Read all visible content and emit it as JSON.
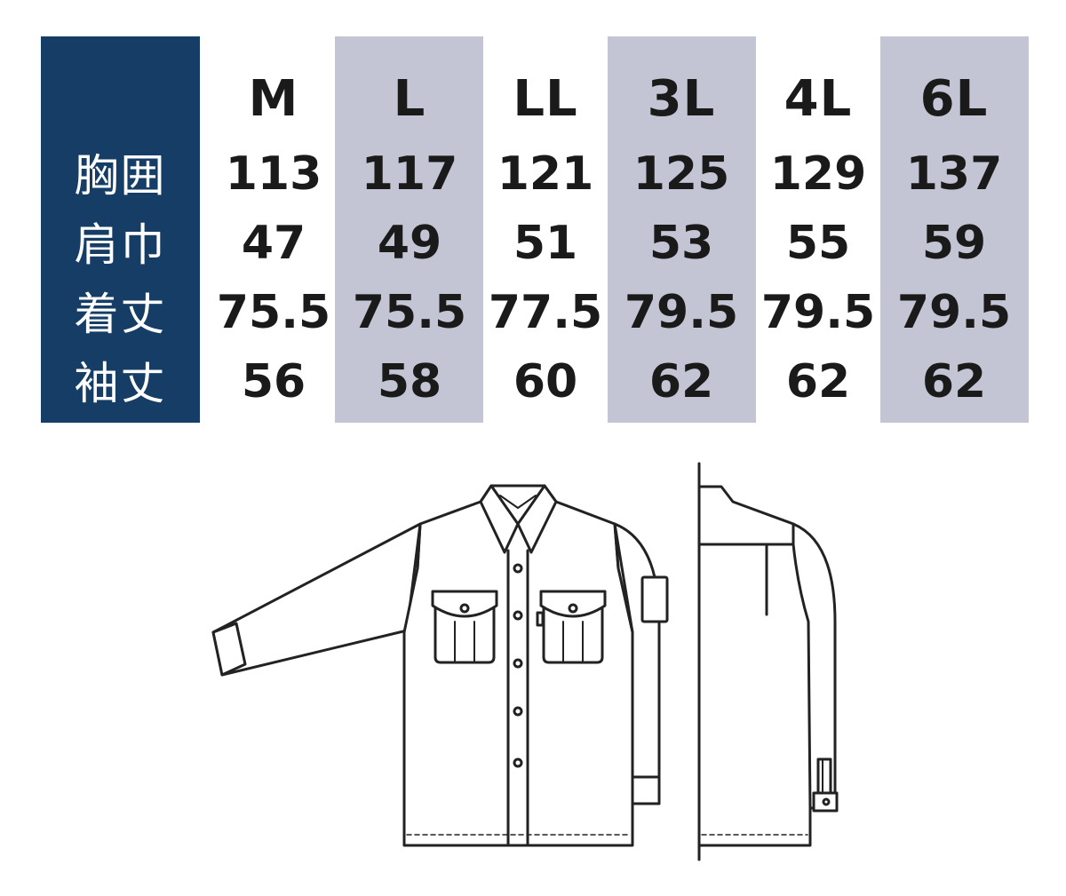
{
  "table": {
    "sizes": [
      "M",
      "L",
      "LL",
      "3L",
      "4L",
      "6L"
    ],
    "rows": [
      {
        "label": "胸囲",
        "values": [
          "113",
          "117",
          "121",
          "125",
          "129",
          "137"
        ]
      },
      {
        "label": "肩巾",
        "values": [
          "47",
          "49",
          "51",
          "53",
          "55",
          "59"
        ]
      },
      {
        "label": "着丈",
        "values": [
          "75.5",
          "75.5",
          "77.5",
          "79.5",
          "79.5",
          "79.5"
        ]
      },
      {
        "label": "袖丈",
        "values": [
          "56",
          "58",
          "60",
          "62",
          "62",
          "62"
        ]
      }
    ]
  },
  "colors": {
    "label_panel": "#163d66",
    "shaded_column": "#c3c5d5",
    "text": "#1a1a1a",
    "line": "#222222"
  },
  "illustration": {
    "front_icon": "shirt-front-icon",
    "side_icon": "shirt-side-icon"
  }
}
